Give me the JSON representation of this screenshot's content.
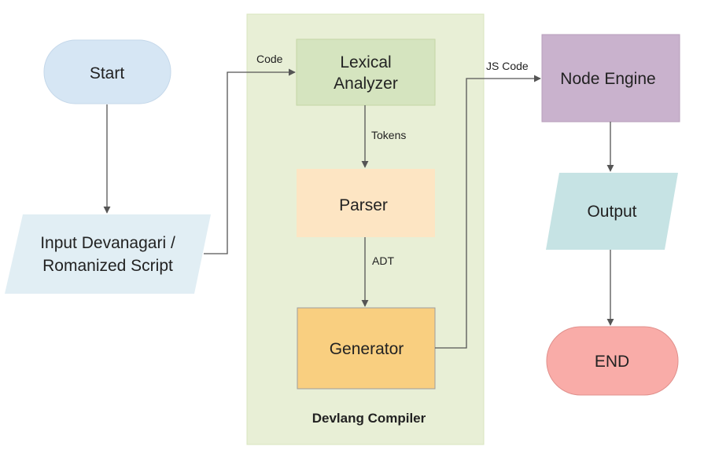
{
  "diagram": {
    "group": {
      "label": "Devlang Compiler",
      "fill": "#e8efd6",
      "stroke": "#d9e4bf"
    },
    "nodes": {
      "start": {
        "label": "Start",
        "fill": "#d6e6f4"
      },
      "input": {
        "line1": "Input Devanagari /",
        "line2": "Romanized Script",
        "fill": "#e1eef4"
      },
      "lexical": {
        "line1": "Lexical",
        "line2": "Analyzer",
        "fill": "#d5e4bf",
        "stroke": "#c4d6a6"
      },
      "parser": {
        "label": "Parser",
        "fill": "#fde5c3"
      },
      "generator": {
        "label": "Generator",
        "fill": "#f9cf80",
        "stroke": "#9e9e9e"
      },
      "node_engine": {
        "label": "Node Engine",
        "fill": "#c9b2cd",
        "stroke": "#b79fbb"
      },
      "output": {
        "label": "Output",
        "fill": "#c6e3e4"
      },
      "end": {
        "label": "END",
        "fill": "#f9aca8",
        "stroke": "#e0908c"
      }
    },
    "edges": {
      "code": "Code",
      "tokens": "Tokens",
      "adt": "ADT",
      "js_code": "JS Code"
    },
    "colors": {
      "edge": "#555555",
      "text": "#222222"
    }
  }
}
